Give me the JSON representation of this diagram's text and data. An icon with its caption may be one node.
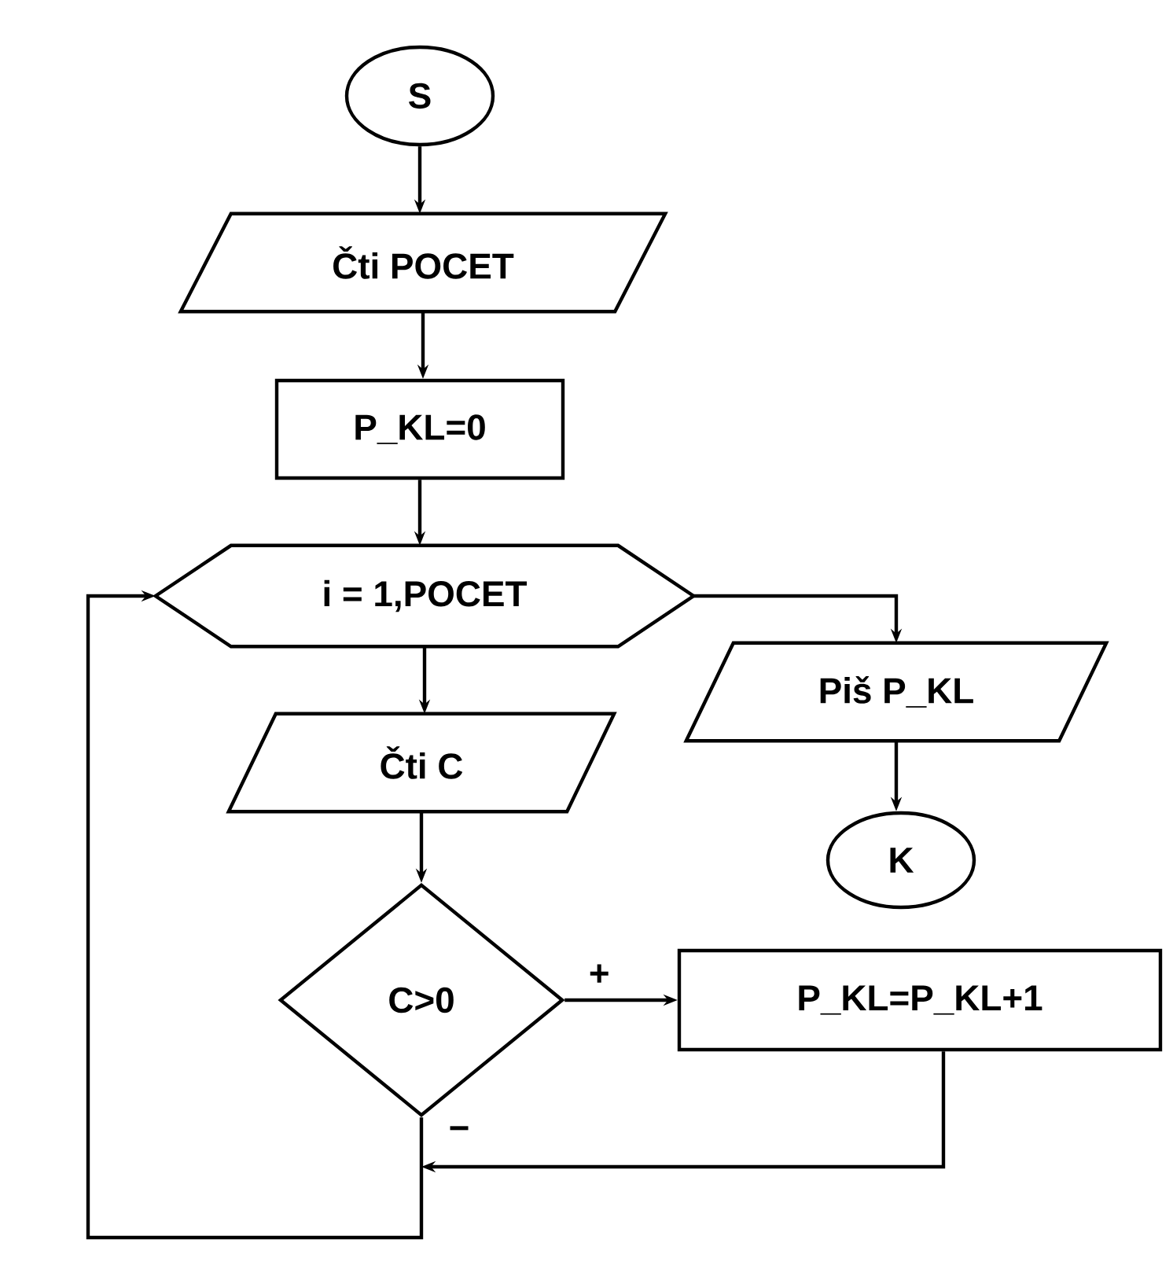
{
  "diagram": {
    "nodes": [
      {
        "text": [
          "S"
        ]
      },
      {
        "text": [
          "Čti POCET"
        ]
      },
      {
        "text": [
          "P_KL=0"
        ]
      },
      {
        "text": [
          "i = 1,POCET"
        ]
      },
      {
        "text": [
          "Piš P_KL"
        ]
      },
      {
        "text": [
          "Čti C"
        ]
      },
      {
        "text": [
          "K"
        ]
      },
      {
        "text": [
          "C>0"
        ]
      },
      {
        "text": [
          "P_KL=P_KL+1"
        ]
      }
    ],
    "edges": [
      {
        "from": 0,
        "to": 1,
        "arrow": "to"
      },
      {
        "from": 1,
        "to": 2,
        "arrow": "to"
      },
      {
        "from": 2,
        "to": 3,
        "arrow": "to"
      },
      {
        "from": 3,
        "to": 5,
        "arrow": "to"
      },
      {
        "from": 3,
        "to": 4,
        "arrow": "to"
      },
      {
        "from": 4,
        "to": 6,
        "arrow": "to"
      },
      {
        "from": 5,
        "to": 7,
        "arrow": "to"
      },
      {
        "from": 7,
        "to": 8,
        "arrow": "to",
        "label": "+"
      },
      {
        "from": 7,
        "to": 3,
        "arrow": "to",
        "label": "−"
      },
      {
        "from": 8,
        "to": 3,
        "arrow": "to"
      }
    ]
  }
}
